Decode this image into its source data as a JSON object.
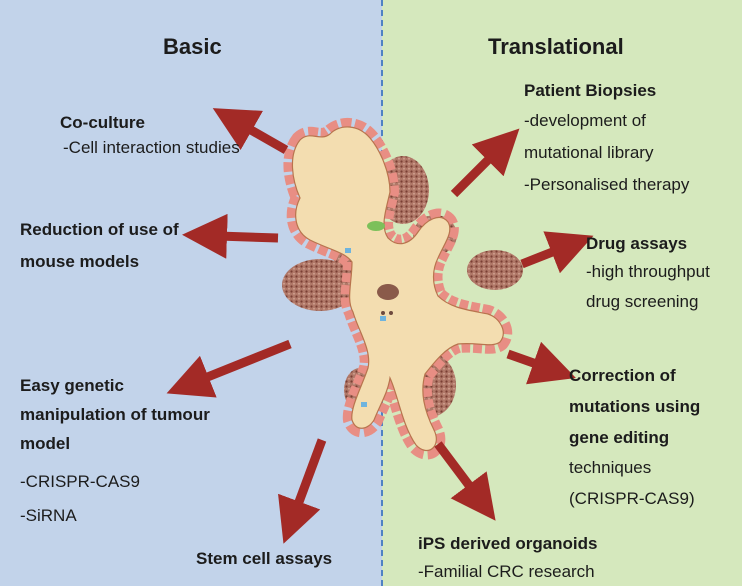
{
  "columns": {
    "left": "Basic",
    "right": "Translational"
  },
  "basic": {
    "coculture": {
      "title": "Co-culture",
      "line1": "-Cell interaction studies"
    },
    "reduction": {
      "line1": "Reduction of use of",
      "line2": "mouse models"
    },
    "genetic": {
      "line1": "Easy genetic",
      "line2": "manipulation of tumour",
      "line3": "model",
      "item1": "-CRISPR-CAS9",
      "item2": "-SiRNA"
    },
    "stemcell": {
      "title": "Stem cell assays"
    }
  },
  "translational": {
    "biopsies": {
      "title": "Patient Biopsies",
      "line1": "-development of",
      "line2": "mutational library",
      "line3": "-Personalised therapy"
    },
    "drug": {
      "title": "Drug assays",
      "line1": "-high throughput",
      "line2": "drug screening"
    },
    "correction": {
      "line1": "Correction of",
      "line2": "mutations using",
      "line3": "gene editing",
      "line4": "techniques",
      "line5": "(CRISPR-CAS9)"
    },
    "ips": {
      "title": "iPS derived organoids",
      "line1": "-Familial CRC research"
    }
  },
  "colors": {
    "basic_bg": "#c2d3ea",
    "translational_bg": "#d5e8bd",
    "divider": "#4f82c4",
    "arrow": "#a32a26",
    "organoid_body": "#f3ddb0",
    "organoid_cells": "#e88e84",
    "organoid_bud": "#a86a5d"
  },
  "icons": [
    "arrow-left",
    "arrow-right",
    "organoid-illustration"
  ]
}
